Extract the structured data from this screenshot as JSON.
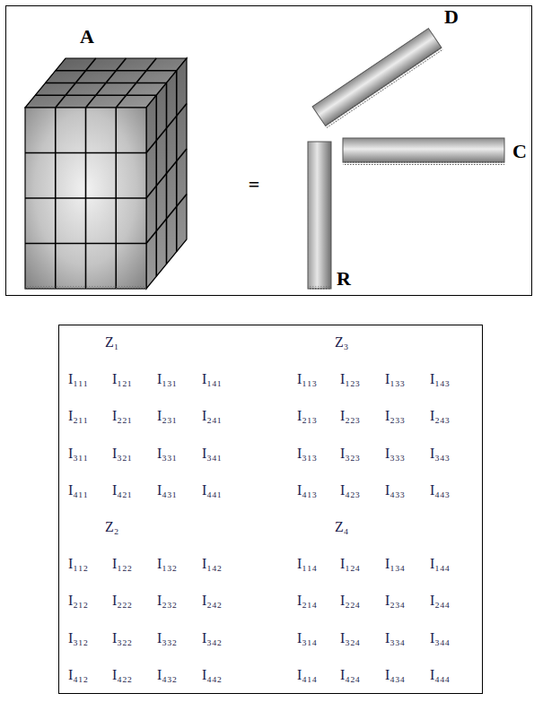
{
  "diagram": {
    "nodes": [
      {
        "text": [
          "A",
          "=",
          "D",
          "C",
          "R"
        ]
      },
      {
        "text": [
          "Z₁",
          "Z₃",
          "I₁₁₁",
          "I₁₂₁",
          "I₁₃₁",
          "I₁₄₁",
          "I₁₁₃",
          "I₁₂₃",
          "I₁₃₃",
          "I₁₄₃",
          "I₂₁₁",
          "I₂₂₁",
          "I₂₃₁",
          "I₂₄₁",
          "I₂₁₃",
          "I₂₂₃",
          "I₂₃₃",
          "I₂₄₃",
          "I₃₁₁",
          "I₃₂₁",
          "I₃₃₁",
          "I₃₄₁",
          "I₃₁₃",
          "I₃₂₃",
          "I₃₃₃",
          "I₃₄₃",
          "I₄₁₁",
          "I₄₂₁",
          "I₄₃₁",
          "I₄₄₁",
          "I₄₁₃",
          "I₄₂₃",
          "I₄₃₃",
          "I₄₄₃",
          "Z₂",
          "Z₄",
          "I₁₁₂",
          "I₁₂₂",
          "I₁₃₂",
          "I₁₄₂",
          "I₁₁₄",
          "I₁₂₄",
          "I₁₃₄",
          "I₁₄₄",
          "I₂₁₂",
          "I₂₂₂",
          "I₂₃₂",
          "I₂₄₂",
          "I₂₁₄",
          "I₂₂₄",
          "I₂₃₄",
          "I₂₄₄",
          "I₃₁₂",
          "I₃₂₂",
          "I₃₃₂",
          "I₃₄₂",
          "I₃₁₄",
          "I₃₂₄",
          "I₃₃₄",
          "I₃₄₄",
          "I₄₁₂",
          "I₄₂₂",
          "I₄₃₂",
          "I₄₄₂",
          "I₄₁₄",
          "I₄₂₄",
          "I₄₃₄",
          "I₄₄₄"
        ]
      }
    ],
    "edges": []
  }
}
